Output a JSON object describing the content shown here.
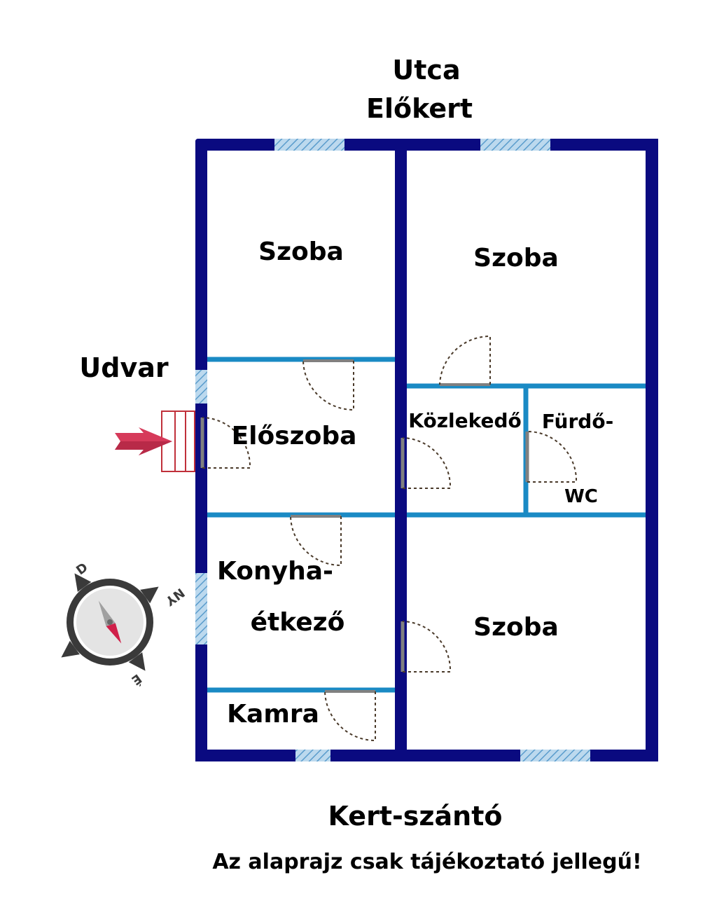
{
  "labels": {
    "street": "Utca",
    "front_garden": "Előkert",
    "yard": "Udvar",
    "back": "Kert-szántó",
    "disclaimer": "Az alaprajz csak tájékoztató jellegű!"
  },
  "rooms": {
    "room_top_left": "Szoba",
    "room_top_right": "Szoba",
    "room_bottom_right": "Szoba",
    "hall": "Előszoba",
    "corridor": "Közlekedő",
    "bath_line1": "Fürdő-",
    "bath_line2": "WC",
    "kitchen_line1": "Konyha-",
    "kitchen_line2": "étkező",
    "pantry": "Kamra"
  },
  "compass": {
    "north": "É",
    "west": "NY",
    "south": "D"
  },
  "colors": {
    "outer_wall": "#0a0a80",
    "inner_wall": "#1a8ac4",
    "window": "#a8cde8",
    "door_leaf": "#808080",
    "door_swing": "#4a3a2a",
    "entrance_arrow": "#d63a5a",
    "entrance_steps": "#c0303a",
    "compass_body": "#3a3a3a",
    "compass_needle_north": "#d0204a"
  }
}
